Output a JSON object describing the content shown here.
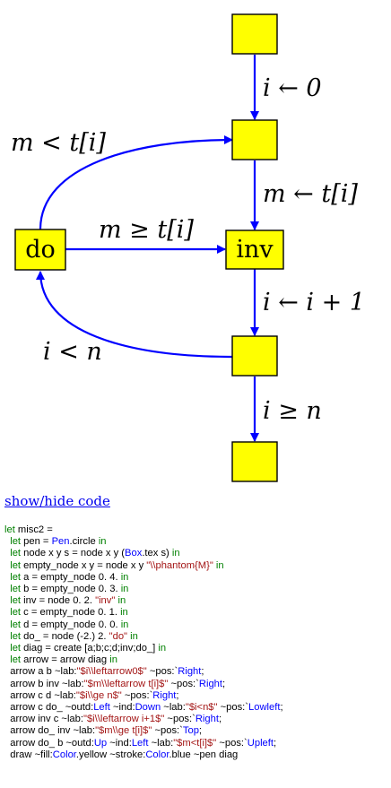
{
  "nodes": [
    {
      "id": "a",
      "label": ""
    },
    {
      "id": "b",
      "label": ""
    },
    {
      "id": "inv",
      "label": "inv"
    },
    {
      "id": "c",
      "label": ""
    },
    {
      "id": "d",
      "label": ""
    },
    {
      "id": "do",
      "label": "do"
    }
  ],
  "edges": [
    {
      "from": "a",
      "to": "b",
      "label": "i ← 0"
    },
    {
      "from": "b",
      "to": "inv",
      "label": "m ← t[i]"
    },
    {
      "from": "inv",
      "to": "c",
      "label": "i ← i + 1"
    },
    {
      "from": "c",
      "to": "do",
      "label": "i < n"
    },
    {
      "from": "c",
      "to": "d",
      "label": "i ≥ n"
    },
    {
      "from": "do",
      "to": "inv",
      "label": "m ≥ t[i]"
    },
    {
      "from": "do",
      "to": "b",
      "label": "m < t[i]"
    }
  ],
  "colors": {
    "fill": "#ffff00",
    "stroke": "#0000ff",
    "node_border": "#000000",
    "link": "#0000ee"
  },
  "toggle_label": "show/hide code",
  "code_lines": [
    [
      [
        "kw",
        "let"
      ],
      [
        "t",
        " misc2 ="
      ]
    ],
    [
      [
        "t",
        "  "
      ],
      [
        "kw",
        "let"
      ],
      [
        "t",
        " pen = "
      ],
      [
        "mod",
        "Pen"
      ],
      [
        "t",
        ".circle "
      ],
      [
        "kw",
        "in"
      ]
    ],
    [
      [
        "t",
        "  "
      ],
      [
        "kw",
        "let"
      ],
      [
        "t",
        " node x y s = node x y ("
      ],
      [
        "mod",
        "Box"
      ],
      [
        "t",
        ".tex s) "
      ],
      [
        "kw",
        "in"
      ]
    ],
    [
      [
        "t",
        "  "
      ],
      [
        "kw",
        "let"
      ],
      [
        "t",
        " empty_node x y = node x y "
      ],
      [
        "str",
        "\"\\\\phantom{M}\""
      ],
      [
        "t",
        " "
      ],
      [
        "kw",
        "in"
      ]
    ],
    [
      [
        "t",
        "  "
      ],
      [
        "kw",
        "let"
      ],
      [
        "t",
        " a = empty_node 0. 4. "
      ],
      [
        "kw",
        "in"
      ]
    ],
    [
      [
        "t",
        "  "
      ],
      [
        "kw",
        "let"
      ],
      [
        "t",
        " b = empty_node 0. 3. "
      ],
      [
        "kw",
        "in"
      ]
    ],
    [
      [
        "t",
        "  "
      ],
      [
        "kw",
        "let"
      ],
      [
        "t",
        " inv = node 0. 2. "
      ],
      [
        "str",
        "\"inv\""
      ],
      [
        "t",
        " "
      ],
      [
        "kw",
        "in"
      ]
    ],
    [
      [
        "t",
        "  "
      ],
      [
        "kw",
        "let"
      ],
      [
        "t",
        " c = empty_node 0. 1. "
      ],
      [
        "kw",
        "in"
      ]
    ],
    [
      [
        "t",
        "  "
      ],
      [
        "kw",
        "let"
      ],
      [
        "t",
        " d = empty_node 0. 0. "
      ],
      [
        "kw",
        "in"
      ]
    ],
    [
      [
        "t",
        "  "
      ],
      [
        "kw",
        "let"
      ],
      [
        "t",
        " do_ = node (-2.) 2. "
      ],
      [
        "str",
        "\"do\""
      ],
      [
        "t",
        " "
      ],
      [
        "kw",
        "in"
      ]
    ],
    [
      [
        "t",
        "  "
      ],
      [
        "kw",
        "let"
      ],
      [
        "t",
        " diag = create [a;b;c;d;inv;do_] "
      ],
      [
        "kw",
        "in"
      ]
    ],
    [
      [
        "t",
        "  "
      ],
      [
        "kw",
        "let"
      ],
      [
        "t",
        " arrow = arrow diag "
      ],
      [
        "kw",
        "in"
      ]
    ],
    [
      [
        "t",
        "  arrow a b ~lab:"
      ],
      [
        "str",
        "\"$i\\\\leftarrow0$\""
      ],
      [
        "t",
        " ~pos:`"
      ],
      [
        "mod",
        "Right"
      ],
      [
        "t",
        ";"
      ]
    ],
    [
      [
        "t",
        "  arrow b inv ~lab:"
      ],
      [
        "str",
        "\"$m\\\\leftarrow t[i]$\""
      ],
      [
        "t",
        " ~pos:`"
      ],
      [
        "mod",
        "Right"
      ],
      [
        "t",
        ";"
      ]
    ],
    [
      [
        "t",
        "  arrow c d ~lab:"
      ],
      [
        "str",
        "\"$i\\\\ge n$\""
      ],
      [
        "t",
        " ~pos:`"
      ],
      [
        "mod",
        "Right"
      ],
      [
        "t",
        ";"
      ]
    ],
    [
      [
        "t",
        "  arrow c do_ ~outd:"
      ],
      [
        "mod",
        "Left"
      ],
      [
        "t",
        " ~ind:"
      ],
      [
        "mod",
        "Down"
      ],
      [
        "t",
        " ~lab:"
      ],
      [
        "str",
        "\"$i<n$\""
      ],
      [
        "t",
        " ~pos:`"
      ],
      [
        "mod",
        "Lowleft"
      ],
      [
        "t",
        ";"
      ]
    ],
    [
      [
        "t",
        "  arrow inv c ~lab:"
      ],
      [
        "str",
        "\"$i\\\\leftarrow i+1$\""
      ],
      [
        "t",
        " ~pos:`"
      ],
      [
        "mod",
        "Right"
      ],
      [
        "t",
        ";"
      ]
    ],
    [
      [
        "t",
        "  arrow do_ inv ~lab:"
      ],
      [
        "str",
        "\"$m\\\\ge t[i]$\""
      ],
      [
        "t",
        " ~pos:`"
      ],
      [
        "mod",
        "Top"
      ],
      [
        "t",
        ";"
      ]
    ],
    [
      [
        "t",
        "  arrow do_ b ~outd:"
      ],
      [
        "mod",
        "Up"
      ],
      [
        "t",
        " ~ind:"
      ],
      [
        "mod",
        "Left"
      ],
      [
        "t",
        " ~lab:"
      ],
      [
        "str",
        "\"$m<t[i]$\""
      ],
      [
        "t",
        " ~pos:`"
      ],
      [
        "mod",
        "Upleft"
      ],
      [
        "t",
        ";"
      ]
    ],
    [
      [
        "t",
        "  draw ~fill:"
      ],
      [
        "mod",
        "Color"
      ],
      [
        "t",
        ".yellow ~stroke:"
      ],
      [
        "mod",
        "Color"
      ],
      [
        "t",
        ".blue ~pen diag"
      ]
    ]
  ]
}
